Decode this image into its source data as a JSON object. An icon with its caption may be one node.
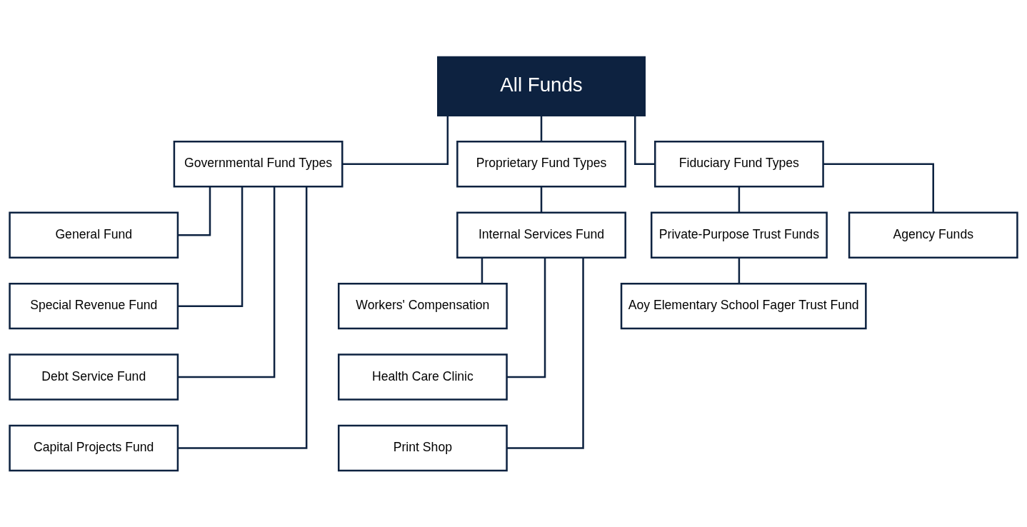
{
  "diagram": {
    "nodes": [
      {
        "text": [
          "All Funds"
        ]
      },
      {
        "text": [
          "Governmental Fund Types"
        ]
      },
      {
        "text": [
          "Proprietary Fund Types"
        ]
      },
      {
        "text": [
          "Fiduciary Fund Types"
        ]
      },
      {
        "text": [
          "General Fund"
        ]
      },
      {
        "text": [
          "Special Revenue Fund"
        ]
      },
      {
        "text": [
          "Debt Service Fund"
        ]
      },
      {
        "text": [
          "Capital Projects Fund"
        ]
      },
      {
        "text": [
          "Internal Services Fund"
        ]
      },
      {
        "text": [
          "Workers' Compensation"
        ]
      },
      {
        "text": [
          "Health Care Clinic"
        ]
      },
      {
        "text": [
          "Print Shop"
        ]
      },
      {
        "text": [
          "Private-Purpose Trust Funds"
        ]
      },
      {
        "text": [
          "Agency Funds"
        ]
      },
      {
        "text": [
          "Aoy Elementary School Fager Trust Fund"
        ]
      }
    ],
    "edges": [
      {
        "from": 0,
        "to": 1,
        "arrow": "none"
      },
      {
        "from": 0,
        "to": 2,
        "arrow": "none"
      },
      {
        "from": 0,
        "to": 3,
        "arrow": "none"
      },
      {
        "from": 1,
        "to": 4,
        "arrow": "none"
      },
      {
        "from": 1,
        "to": 5,
        "arrow": "none"
      },
      {
        "from": 1,
        "to": 6,
        "arrow": "none"
      },
      {
        "from": 1,
        "to": 7,
        "arrow": "none"
      },
      {
        "from": 2,
        "to": 8,
        "arrow": "none"
      },
      {
        "from": 8,
        "to": 9,
        "arrow": "none"
      },
      {
        "from": 8,
        "to": 10,
        "arrow": "none"
      },
      {
        "from": 8,
        "to": 11,
        "arrow": "none"
      },
      {
        "from": 3,
        "to": 12,
        "arrow": "none"
      },
      {
        "from": 3,
        "to": 13,
        "arrow": "none"
      },
      {
        "from": 12,
        "to": 14,
        "arrow": "none"
      }
    ]
  }
}
